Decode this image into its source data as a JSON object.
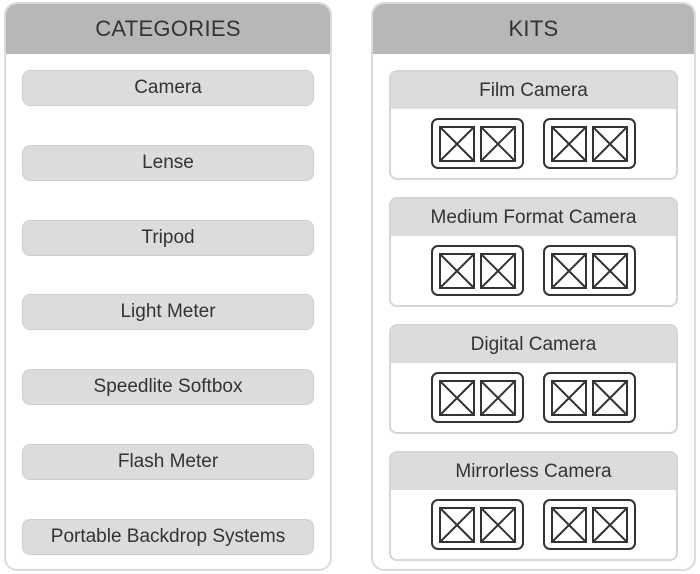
{
  "categories": {
    "title": "CATEGORIES",
    "items": [
      {
        "label": "Camera"
      },
      {
        "label": "Lense"
      },
      {
        "label": "Tripod"
      },
      {
        "label": "Light Meter"
      },
      {
        "label": "Speedlite Softbox"
      },
      {
        "label": "Flash Meter"
      },
      {
        "label": "Portable Backdrop Systems"
      }
    ]
  },
  "kits": {
    "title": "KITS",
    "items": [
      {
        "title": "Film Camera",
        "icon": "image-placeholder-icon"
      },
      {
        "title": "Medium Format Camera",
        "icon": "image-placeholder-icon"
      },
      {
        "title": "Digital Camera",
        "icon": "image-placeholder-icon"
      },
      {
        "title": "Mirrorless Camera",
        "icon": "image-placeholder-icon"
      }
    ]
  },
  "colors": {
    "header_bg": "#b7b7b7",
    "button_bg": "#dcdcdc",
    "panel_border": "#dcdcdc",
    "icon_stroke": "#333333"
  }
}
